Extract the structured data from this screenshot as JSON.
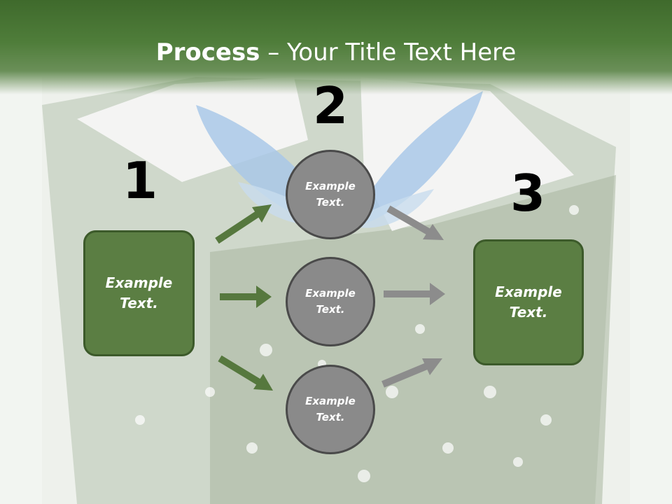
{
  "title": {
    "bold": "Process",
    "rest": " – Your Title Text Here"
  },
  "steps": {
    "one": "1",
    "two": "2",
    "three": "3"
  },
  "boxes": {
    "left": "Example Text.",
    "right": "Example Text."
  },
  "circles": {
    "top": "Example Text.",
    "middle": "Example Text.",
    "bottom": "Example Text."
  },
  "colors": {
    "header": "#4f7d3a",
    "box": "#5b7e43",
    "circle": "#8a8a8a",
    "arrow_green": "#56783e",
    "arrow_gray": "#8c8c8c"
  }
}
